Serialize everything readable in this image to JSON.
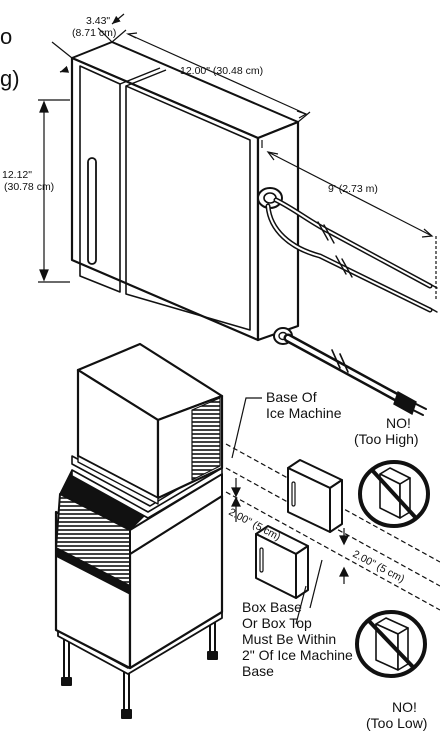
{
  "cutoff_text": {
    "line1": "o",
    "line2": "g)"
  },
  "dimensions": {
    "depth_in": "3.43\"",
    "depth_cm": "(8.71 cm)",
    "width": "12.00\" (30.48 cm)",
    "height_in": "12.12\"",
    "height_cm": "(30.78 cm)",
    "cable_length": "9' (2.73 m)",
    "offset_upper": "2.00\" (5 cm)",
    "offset_lower": "2.00\" (5 cm)"
  },
  "labels": {
    "base_line1": "Base Of",
    "base_line2": "Ice Machine",
    "too_high_line1": "NO!",
    "too_high_line2": "(Too High)",
    "too_low_line1": "NO!",
    "too_low_line2": "(Too Low)",
    "rule_line1": "Box Base",
    "rule_line2": "Or Box Top",
    "rule_line3": "Must Be Within",
    "rule_line4": "2\" Of Ice Machine",
    "rule_line5": "Base"
  },
  "colors": {
    "ink": "#111111",
    "paper": "#ffffff",
    "panel": "#f4f4f4"
  }
}
